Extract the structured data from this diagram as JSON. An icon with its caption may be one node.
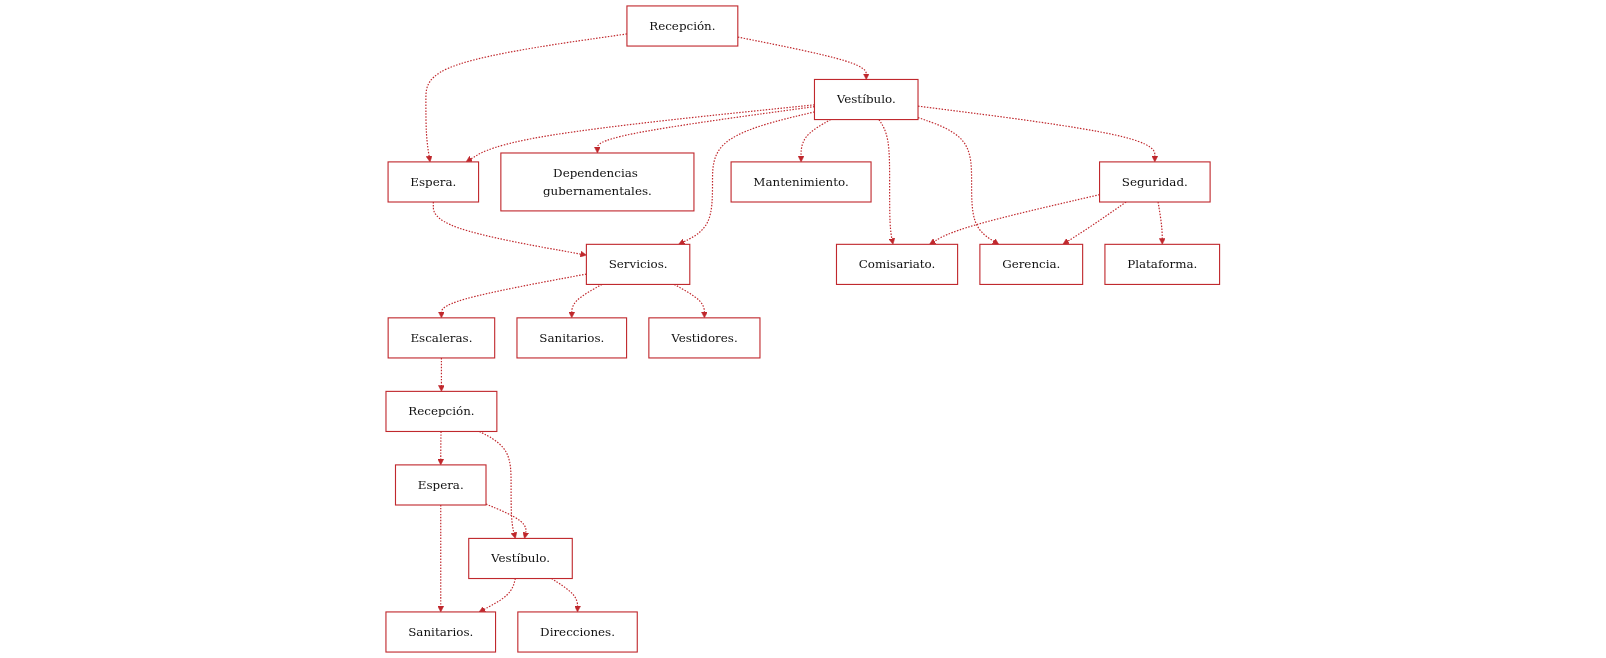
{
  "diagram": {
    "nodes": [
      {
        "text": [
          "Recepción."
        ]
      },
      {
        "text": [
          "Espera."
        ]
      },
      {
        "text": [
          "Dependencias gubernamentales."
        ]
      },
      {
        "text": [
          "Vestíbulo."
        ]
      },
      {
        "text": [
          "Servicios."
        ]
      },
      {
        "text": [
          "Escaleras."
        ]
      },
      {
        "text": [
          "Sanitarios."
        ]
      },
      {
        "text": [
          "Vestidores."
        ]
      },
      {
        "text": [
          "Comisariato."
        ]
      },
      {
        "text": [
          "Seguridad."
        ]
      },
      {
        "text": [
          "Gerencia."
        ]
      },
      {
        "text": [
          "Mantenimiento."
        ]
      },
      {
        "text": [
          "Plataforma."
        ]
      },
      {
        "text": [
          "Espera."
        ]
      },
      {
        "text": [
          "Sanitarios."
        ]
      },
      {
        "text": [
          "Recepción."
        ]
      },
      {
        "text": [
          "Vestíbulo."
        ]
      },
      {
        "text": [
          "Direcciones."
        ]
      }
    ],
    "edges": [
      {
        "from": 0,
        "to": 3,
        "arrow": "to",
        "style": "dashed"
      },
      {
        "from": 0,
        "to": 1,
        "arrow": "to",
        "style": "dashed"
      },
      {
        "from": 3,
        "to": 1,
        "arrow": "to",
        "style": "dashed"
      },
      {
        "from": 1,
        "to": 4,
        "arrow": "to",
        "style": "dashed"
      },
      {
        "from": 3,
        "to": 2,
        "arrow": "to",
        "style": "dashed"
      },
      {
        "from": 3,
        "to": 4,
        "arrow": "to",
        "style": "dashed"
      },
      {
        "from": 4,
        "to": 5,
        "arrow": "to",
        "style": "dashed"
      },
      {
        "from": 4,
        "to": 6,
        "arrow": "to",
        "style": "dashed"
      },
      {
        "from": 4,
        "to": 7,
        "arrow": "to",
        "style": "dashed"
      },
      {
        "from": 3,
        "to": 8,
        "arrow": "to",
        "style": "dashed"
      },
      {
        "from": 3,
        "to": 9,
        "arrow": "to",
        "style": "dashed"
      },
      {
        "from": 3,
        "to": 10,
        "arrow": "to",
        "style": "dashed"
      },
      {
        "from": 3,
        "to": 11,
        "arrow": "to",
        "style": "dashed"
      },
      {
        "from": 9,
        "to": 8,
        "arrow": "to",
        "style": "dashed"
      },
      {
        "from": 9,
        "to": 10,
        "arrow": "to",
        "style": "dashed"
      },
      {
        "from": 9,
        "to": 12,
        "arrow": "to",
        "style": "dashed"
      },
      {
        "from": 5,
        "to": 15,
        "arrow": "to",
        "style": "dashed"
      },
      {
        "from": 15,
        "to": 13,
        "arrow": "to",
        "style": "dashed"
      },
      {
        "from": 15,
        "to": 16,
        "arrow": "to",
        "style": "dashed"
      },
      {
        "from": 13,
        "to": 14,
        "arrow": "to",
        "style": "dashed"
      },
      {
        "from": 13,
        "to": 16,
        "arrow": "to",
        "style": "dashed"
      },
      {
        "from": 16,
        "to": 14,
        "arrow": "to",
        "style": "dashed"
      },
      {
        "from": 16,
        "to": 17,
        "arrow": "to",
        "style": "dashed"
      }
    ]
  }
}
